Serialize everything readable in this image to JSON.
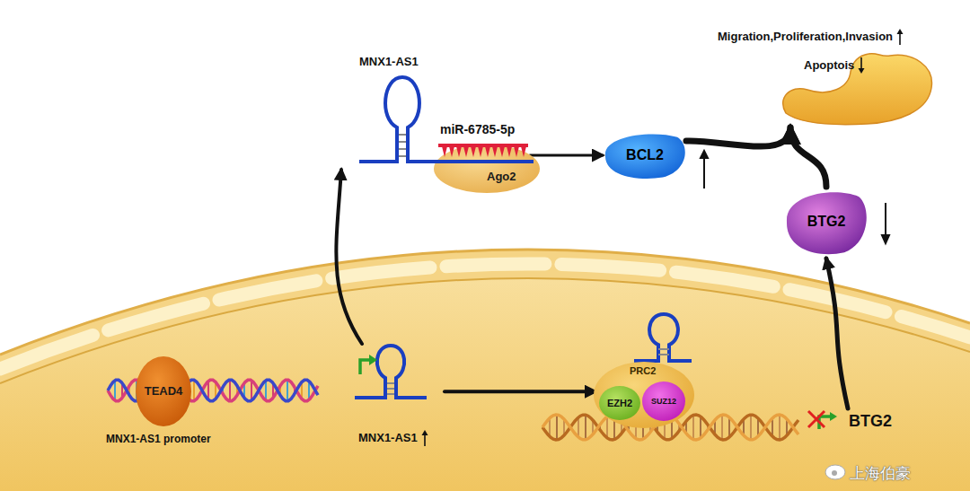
{
  "diagram": {
    "nodes": [
      {
        "text": [
          "TEAD4"
        ]
      },
      {
        "text": [
          "MNX1-AS1"
        ]
      },
      {
        "text": [
          "PRC2"
        ]
      },
      {
        "text": [
          "EZH2"
        ],
        "in": 2
      },
      {
        "text": [
          "SUZ12"
        ],
        "in": 2
      },
      {
        "text": [
          "BTG2"
        ]
      },
      {
        "text": [
          "MNX1-AS1"
        ]
      },
      {
        "text": [
          "Ago2"
        ]
      },
      {
        "text": [
          "BCL2"
        ]
      },
      {
        "text": [
          "BTG2"
        ]
      },
      {
        "text": [
          "Migration,Proliferation,Invasion",
          "Apoptois"
        ]
      }
    ],
    "edges": [
      {
        "from": 1,
        "to": 6,
        "arrow": "to"
      },
      {
        "from": 1,
        "to": 2,
        "arrow": "to"
      },
      {
        "from": 7,
        "to": 8,
        "arrow": "to"
      },
      {
        "from": 8,
        "to": 10,
        "arrow": "to"
      },
      {
        "from": 9,
        "to": 10,
        "arrow": "to"
      },
      {
        "from": 5,
        "to": 9,
        "arrow": "to"
      }
    ],
    "labels": [
      "MNX1-AS1 promoter",
      "miR-6785-5p",
      "上海伯豪"
    ]
  }
}
